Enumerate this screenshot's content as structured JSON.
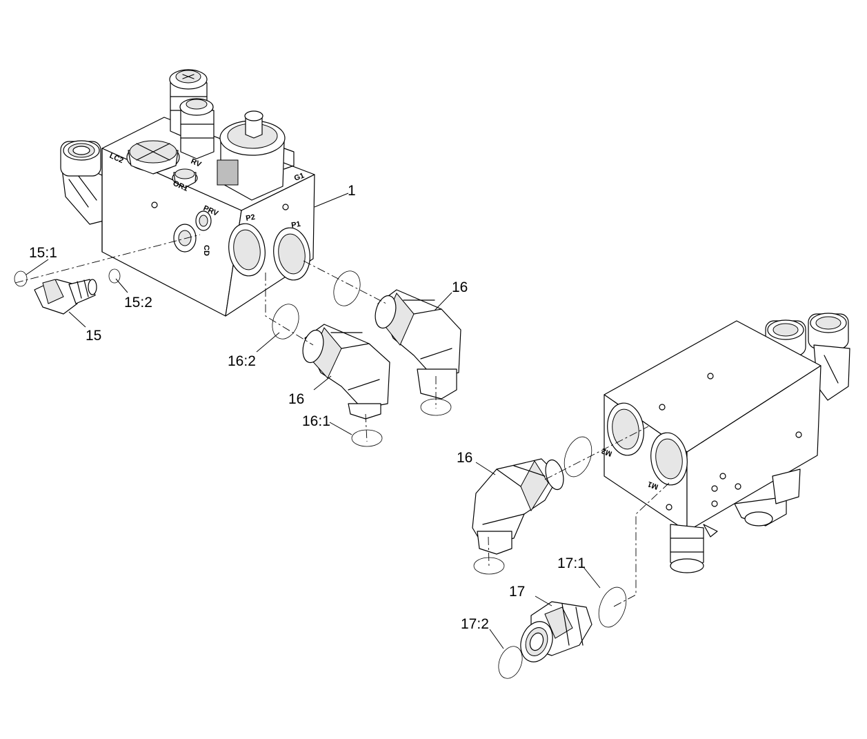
{
  "callouts": {
    "c1": "1",
    "c15": "15",
    "c15_1": "15:1",
    "c15_2": "15:2",
    "c16_top": "16",
    "c16_mid": "16",
    "c16_1": "16:1",
    "c16_2": "16:2",
    "c16_right": "16",
    "c17": "17",
    "c17_1": "17:1",
    "c17_2": "17:2"
  },
  "port_markings": {
    "lc2": "LC2",
    "rv": "RV",
    "or1": "OR1",
    "prv": "PRV",
    "p2": "P2",
    "p1": "P1",
    "g1": "G1",
    "cd": "CD",
    "m1": "M1",
    "m2": "M2"
  }
}
